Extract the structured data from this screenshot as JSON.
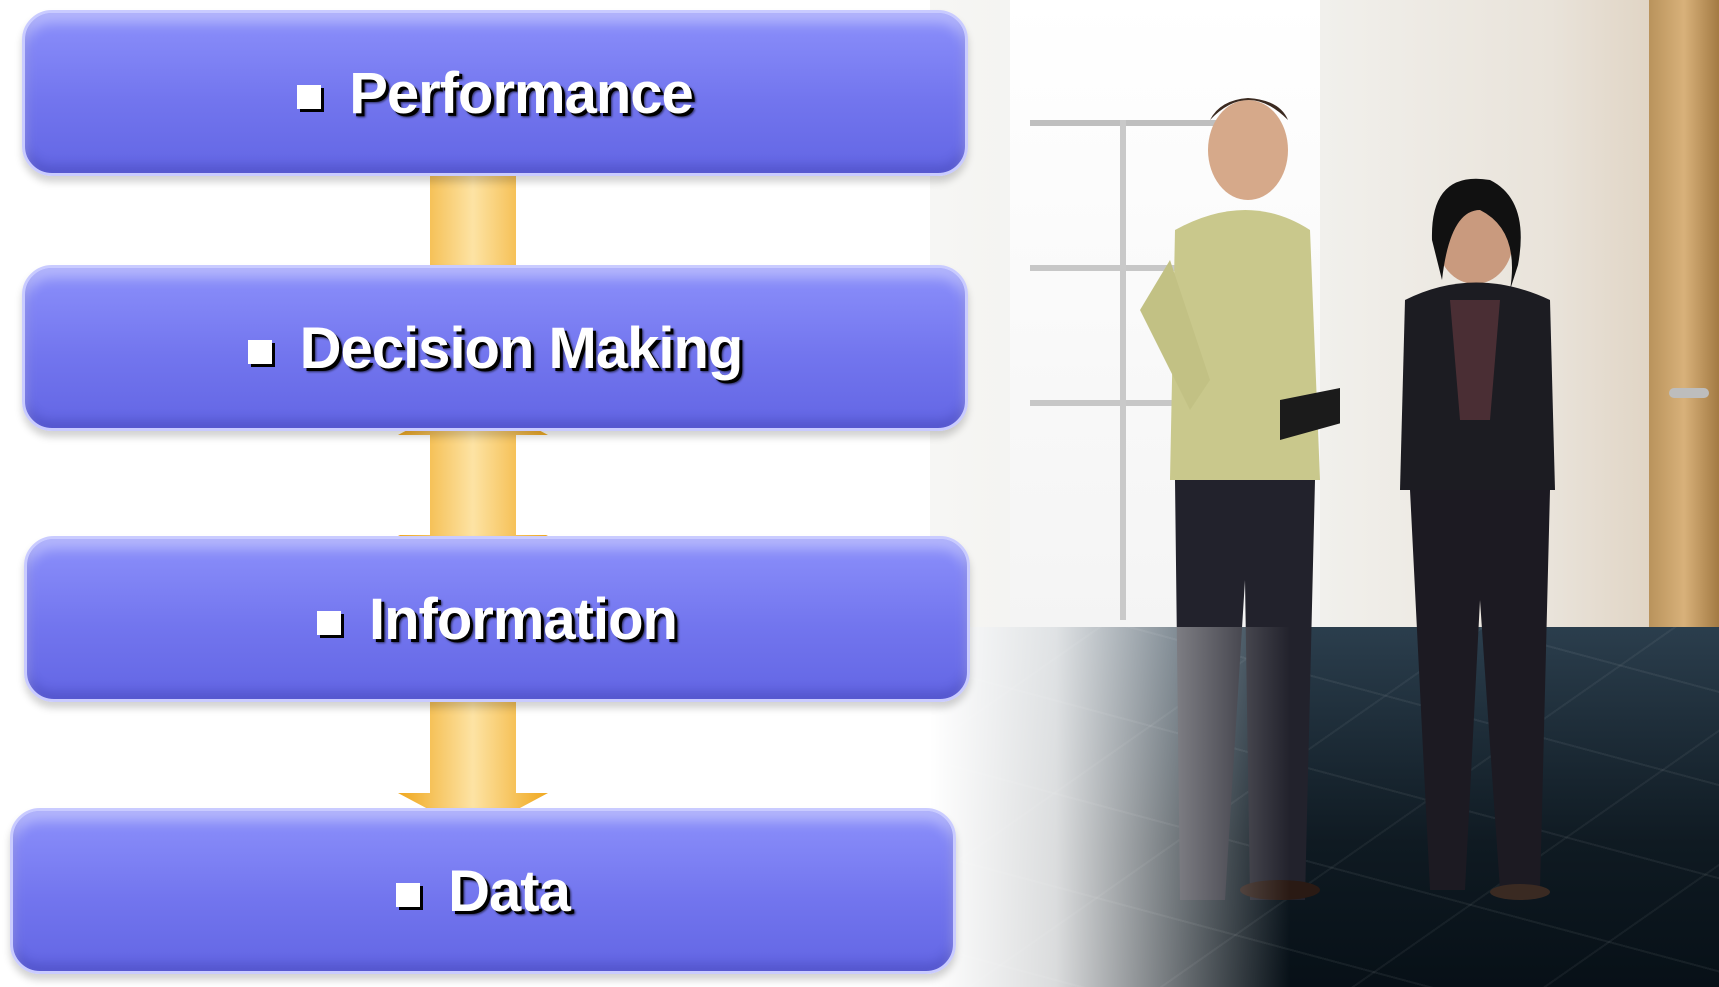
{
  "diagram": {
    "levels": [
      {
        "label": "Performance"
      },
      {
        "label": "Decision Making"
      },
      {
        "label": "Information"
      },
      {
        "label": "Data"
      }
    ],
    "colors": {
      "box_fill": "#7477f0",
      "box_border": "#c9cbff",
      "arrow_fill": "#f2ad2e",
      "text": "#ffffff"
    }
  },
  "photo": {
    "subject": "two-people-talking-in-office-hallway-photo"
  }
}
